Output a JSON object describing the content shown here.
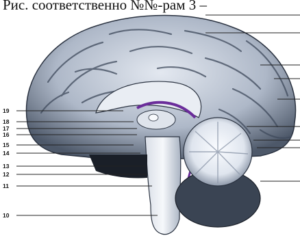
{
  "caption": "Рис. соответственно №№-рам  3 –",
  "labels_left": [
    "19",
    "18",
    "17",
    "16",
    "15",
    "14",
    "13",
    "12",
    "11",
    "10"
  ],
  "colors": {
    "background": "#ffffff",
    "cortex_dark": "#3b4656",
    "cortex_light": "#c9d1de",
    "accent_purple": "#6a2c9a",
    "cerebellum_light": "#eef2f7"
  }
}
